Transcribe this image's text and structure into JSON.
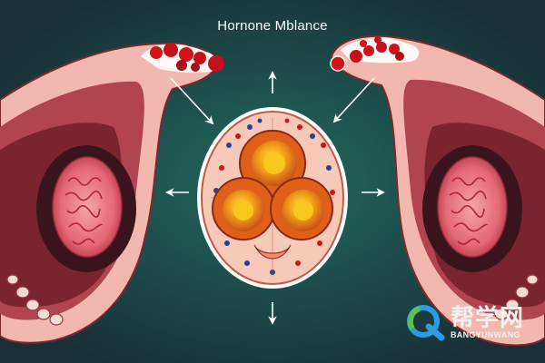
{
  "title": "Hornone Mblance",
  "watermark": {
    "name": "帮学网",
    "subtitle": "BANGYUNWANG",
    "logo_icon": "q-logo-icon"
  },
  "colors": {
    "background": "#1d3c3c",
    "organ_outer": "#f2b8b0",
    "organ_inner": "#8a2e34",
    "cell_body": "#f6c9b8",
    "cell_core": "#f5a51a",
    "accent_red": "#d0151a",
    "accent_blue": "#2a3f9a"
  },
  "icons": [
    "arrow-up-icon",
    "arrow-down-icon",
    "arrow-left-icon",
    "arrow-right-icon",
    "arrow-diagonal-icon"
  ]
}
